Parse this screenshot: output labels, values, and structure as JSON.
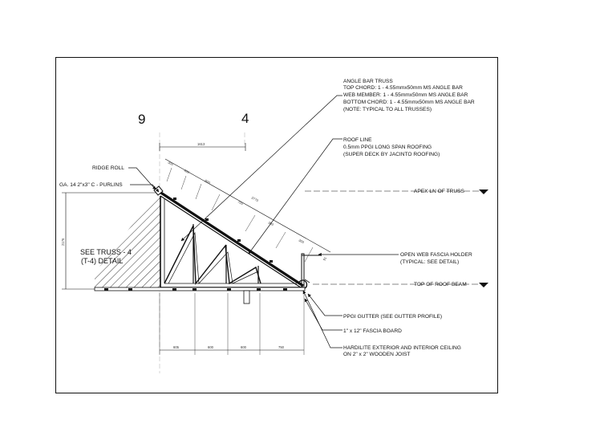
{
  "grid_labels": {
    "left": "9",
    "right": "4"
  },
  "dimensions": {
    "top_span": "1613",
    "slope_left": "300",
    "slope_a": "400",
    "slope_b": "600",
    "slope_c": "700",
    "slope_d": "3770",
    "slope_e": "300",
    "slope_f": "300",
    "fascia_gap": "91",
    "height": "2176",
    "bottom": [
      "605",
      "600",
      "600",
      "750"
    ]
  },
  "notes": {
    "truss": [
      "ANGLE BAR TRUSS",
      "TOP CHORD: 1 - 4.55mmx50mm MS ANGLE BAR",
      "WEB MEMBER: 1 - 4.55mmx50mm MS ANGLE BAR",
      "BOTTOM CHORD: 1 - 4.55mmx50mm MS ANGLE BAR",
      "(NOTE: TYPICAL TO ALL TRUSSES)"
    ],
    "roof": [
      "ROOF LINE",
      "0.5mm PPGI LONG SPAN ROOFING",
      "(SUPER DECK BY JACINTO ROOFING)"
    ],
    "ridge_roll": "RIDGE ROLL",
    "purlins": "GA. 14 2\"x3\" C - PURLINS",
    "see_truss": [
      "SEE TRUSS - 4",
      "(T-4) DETAIL"
    ],
    "apex": "APEX LN OF  TRUSS",
    "fascia_holder": [
      "OPEN WEB FASCIA HOLDER",
      "(TYPICAL: SEE DETAIL)"
    ],
    "roof_beam": "TOP OF ROOF BEAM",
    "gutter": "PPGI GUTTER (SEE GUTTER PROFILE)",
    "fascia_board": "1\" x 12\" FASCIA BOARD",
    "ceiling": [
      "HARDILITE EXTERIOR AND INTERIOR CEILING",
      "ON 2\" x 2\" WOODEN JOIST"
    ]
  }
}
